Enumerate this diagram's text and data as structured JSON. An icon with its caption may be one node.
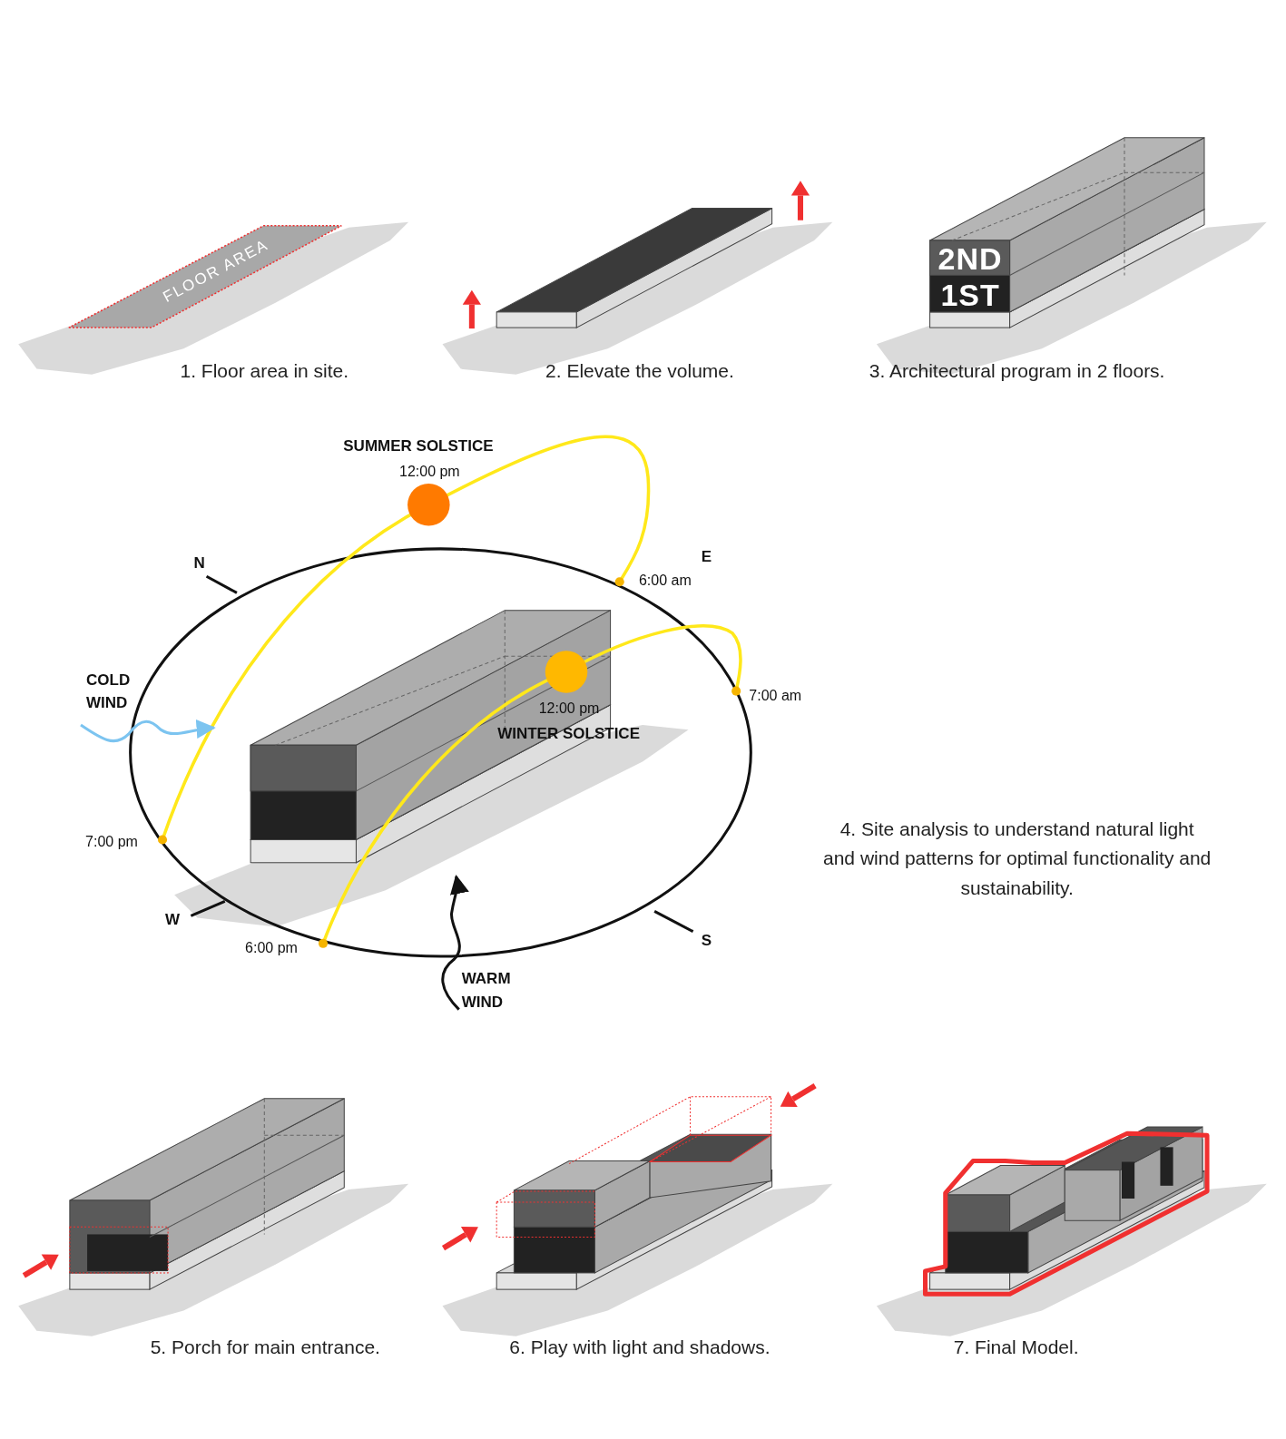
{
  "diagram": {
    "labels": [
      "FLOOR AREA",
      "2ND",
      "1ST",
      "1. Floor area in site.",
      "2. Elevate the volume.",
      "3. Architectural program in 2 floors.",
      "SUMMER SOLSTICE",
      "12:00 pm",
      "E",
      "6:00 am",
      "N",
      "COLD WIND",
      "7:00 am",
      "12:00 pm",
      "WINTER SOLSTICE",
      "4. Site analysis to understand natural light and wind patterns for optimal functionality and sustainability.",
      "7:00 pm",
      "W",
      "6:00 pm",
      "S",
      "WARM WIND",
      "5. Porch for main entrance.",
      "6. Play with light and shadows.",
      "7. Final Model."
    ]
  }
}
